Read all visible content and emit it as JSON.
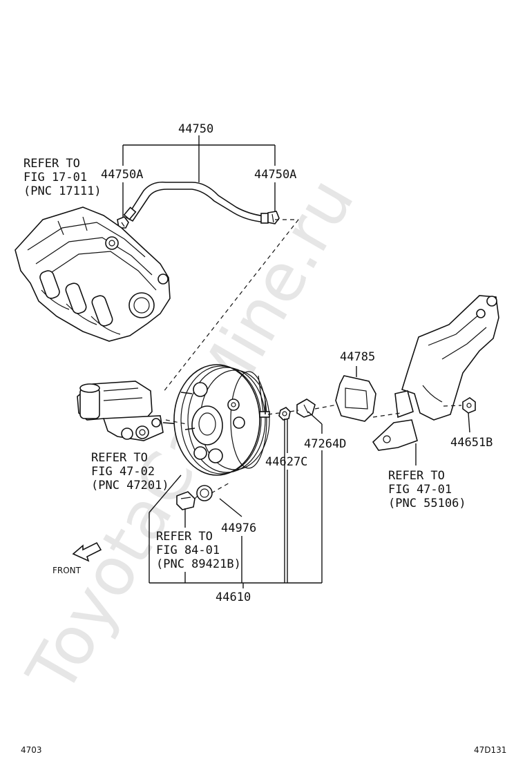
{
  "watermark": "ToyotaCarMine.ru",
  "labels": {
    "p44750": "44750",
    "p44750a_left": "44750A",
    "p44750a_right": "44750A",
    "p44785": "44785",
    "p47264d": "47264D",
    "p44651b": "44651B",
    "p44627c": "44627C",
    "p44976": "44976",
    "p44610": "44610"
  },
  "refs": {
    "manifold": [
      "REFER TO",
      "FIG 17-01",
      "(PNC 17111)"
    ],
    "master_cylinder": [
      "REFER TO",
      "FIG 47-02",
      "(PNC 47201)"
    ],
    "sensor": [
      "REFER TO",
      "FIG 84-01",
      "(PNC 89421B)"
    ],
    "pedal_bracket": [
      "REFER TO",
      "FIG 47-01",
      "(PNC 55106)"
    ]
  },
  "front_label": "FRONT",
  "footer": {
    "left": "4703",
    "right": "47D131"
  }
}
